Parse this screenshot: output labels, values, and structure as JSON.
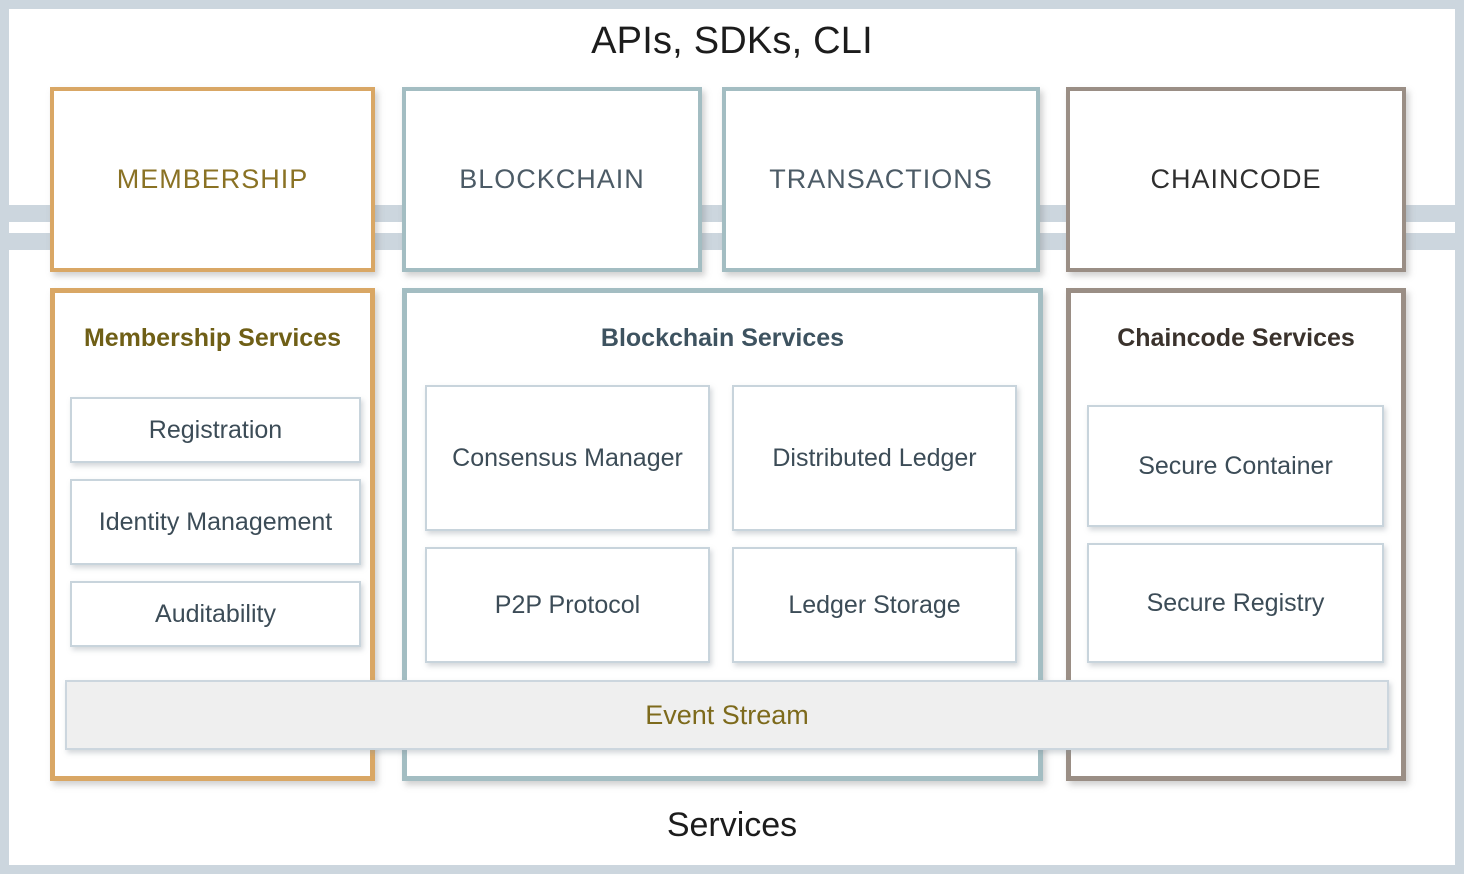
{
  "diagram": {
    "title_top": "APIs, SDKs, CLI",
    "title_bottom": "Services",
    "colors": {
      "membership_accent": "#d9a765",
      "blockchain_accent": "#a3bdc2",
      "chaincode_accent": "#9a8e85",
      "frame": "#ccd6de",
      "tile_border": "#c8d4dc",
      "event_stream_fill": "#efefef"
    },
    "capability_row": [
      {
        "label": "MEMBERSHIP",
        "accent": "#d9a765"
      },
      {
        "label": "BLOCKCHAIN",
        "accent": "#a3bdc2"
      },
      {
        "label": "TRANSACTIONS",
        "accent": "#a3bdc2"
      },
      {
        "label": "CHAINCODE",
        "accent": "#9a8e85"
      }
    ],
    "service_groups": [
      {
        "heading": "Membership Services",
        "accent": "#d9a765",
        "tiles": [
          "Registration",
          "Identity Management",
          "Auditability"
        ]
      },
      {
        "heading": "Blockchain Services",
        "accent": "#a3bdc2",
        "tiles": [
          "Consensus Manager",
          "Distributed Ledger",
          "P2P Protocol",
          "Ledger Storage"
        ]
      },
      {
        "heading": "Chaincode Services",
        "accent": "#9a8e85",
        "tiles": [
          "Secure Container",
          "Secure Registry"
        ]
      }
    ],
    "event_stream": "Event Stream"
  }
}
